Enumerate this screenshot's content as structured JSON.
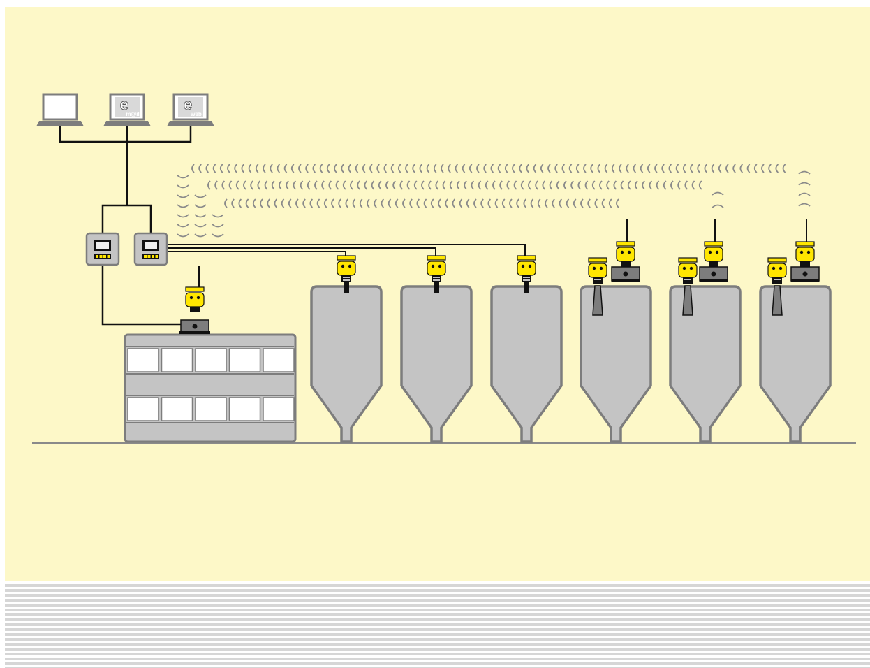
{
  "colors": {
    "background": "#fdf8c8",
    "stripe_light": "#d6d6d6",
    "stripe_dark": "#c4c4c4",
    "silo_fill": "#c4c4c4",
    "silo_stroke": "#7d7d7d",
    "sensor_yellow": "#ffe600",
    "line": "#111111",
    "ground": "#8a8a8a",
    "screen": "#efefef"
  },
  "laptops": [
    {
      "id": "laptop-plain",
      "brand": "",
      "label": ""
    },
    {
      "id": "laptop-mail",
      "brand": "e",
      "label": "m@il"
    },
    {
      "id": "laptop-web",
      "brand": "e",
      "label": "web"
    }
  ],
  "controllers": [
    {
      "id": "controller-1"
    },
    {
      "id": "controller-2"
    }
  ],
  "silos": [
    {
      "id": "silo-1",
      "sensors": [
        "wired"
      ]
    },
    {
      "id": "silo-2",
      "sensors": [
        "wired"
      ]
    },
    {
      "id": "silo-3",
      "sensors": [
        "wired"
      ]
    },
    {
      "id": "silo-4",
      "sensors": [
        "horn",
        "wireless"
      ]
    },
    {
      "id": "silo-5",
      "sensors": [
        "horn",
        "wireless"
      ]
    },
    {
      "id": "silo-6",
      "sensors": [
        "horn",
        "wireless"
      ]
    }
  ],
  "icons": {
    "laptop": "laptop-icon",
    "controller": "controller-icon",
    "sensor": "level-sensor-icon",
    "radio_wave": "radio-wave-icon",
    "tank": "tank-icon",
    "silo": "silo-icon"
  }
}
